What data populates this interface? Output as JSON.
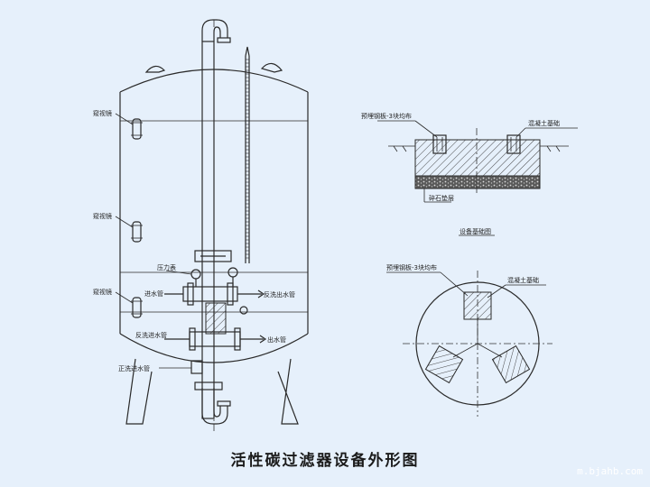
{
  "title": "活性碳过滤器设备外形图",
  "watermark": "m.bjahb.com",
  "labels": {
    "sight_glass_1": "窥视镜",
    "sight_glass_2": "窥视镜",
    "sight_glass_3": "窥视镜",
    "pressure_gauge": "压力表",
    "inlet_pipe": "进水管",
    "backwash_outlet": "反洗出水管",
    "backwash_inlet": "反洗进水管",
    "outlet_pipe": "出水管",
    "forward_wash_inlet": "正洗进水管",
    "embedded_plate_top": "预埋钢板-3块均布",
    "concrete_foundation_top": "混凝土基础",
    "gravel_layer": "碎石垫层",
    "foundation_caption": "设备基础图",
    "embedded_plate_plan": "预埋钢板-3块均布",
    "concrete_foundation_plan": "混凝土基础"
  }
}
